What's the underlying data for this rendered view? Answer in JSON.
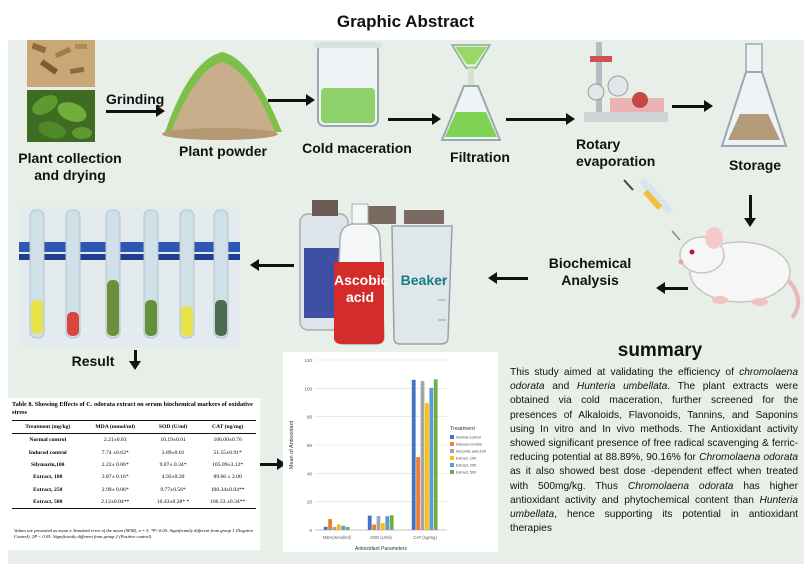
{
  "title": "Graphic Abstract",
  "steps": {
    "collection": "Plant collection\nand drying",
    "grinding": "Grinding",
    "powder": "Plant powder",
    "maceration": "Cold maceration",
    "filtration": "Filtration",
    "rotary": "Rotary\nevaporation",
    "storage": "Storage",
    "biochemical": "Biochemical\nAnalysis",
    "result": "Result"
  },
  "bottles": {
    "ascorbic": "Ascobic\nacid",
    "beaker": "Beaker"
  },
  "summary": {
    "heading": "summary",
    "p1": "This study aimed at validating the efficiency of ",
    "sp1": "chromolaena odorata",
    "p2": " and ",
    "sp2": "Hunteria umbellata",
    "p3": ". The plant extracts were obtained via cold maceration, further screened for the presences of Alkaloids, Flavonoids, Tannins, and Saponins using In vitro and In vivo methods. The Antioxidant activity showed significant presence of free radical scavenging & ferric-reducing potential at 88.89%, 90.16% for ",
    "sp3": "Chromolaena odorata",
    "p4": " as it also showed best dose -dependent effect when treated with 500mg/kg. Thus ",
    "sp4": "Chromolaena odorata",
    "p5": " has higher antioxidant activity and phytochemical content than ",
    "sp5": "Hunteria umbellata",
    "p6": ", hence supporting its potential in antioxidant therapies"
  },
  "table": {
    "caption": "Table 8. Showing Effects of C. odorata extract on serum biochemical markers of oxidative stress",
    "headers": [
      "Treatment (mg/kg)",
      "MDA (mmol/ml)",
      "SOD (U/ml)",
      "CAT (ng/mg)"
    ],
    "rows": [
      [
        "Normal control",
        "2.21±0.03",
        "10.19±0.01",
        "106.00±0.76"
      ],
      [
        "Induced control",
        "7.74 ±0.63*",
        "3.89±0.01",
        "51.55±0.91*"
      ],
      [
        "Silymarin,100",
        "2.22± 0.06*",
        "9.87± 0.34*",
        "105.09±3.12*"
      ],
      [
        "Extract, 100",
        "3.87± 0.16*",
        "4.92±0.20",
        "89.66 ± 2.00"
      ],
      [
        "Extract, 250",
        "2.99± 0.06*",
        "9.77±0.56*",
        "100.34±0.04**"
      ],
      [
        "Extract, 500",
        "2.12±0.04**",
        "10.43±0.28* *",
        "106.33 ±0.34**"
      ]
    ],
    "note": "Values are presented as mean ± Standard error of the mean (SEM), n = 5. *P<0.05: Significantly different from group 1 (Negative Control). ‡P < 0.05: Significantly different from group 2 (Positive control)."
  },
  "colors": {
    "panel": "#e8efe9",
    "series": [
      "#4472c4",
      "#ed7d31",
      "#a5a5a5",
      "#ffc000",
      "#5b9bd5",
      "#70ad47"
    ]
  },
  "chart_data": {
    "type": "bar",
    "categories": [
      "MDA(mmol/ml)",
      "SOD (U/ml)",
      "CAT (ng/mg)"
    ],
    "xlabel": "Antioxidant Parameters",
    "ylabel": "Mean of Antioxidant",
    "ylim": [
      0,
      120
    ],
    "yticks": [
      0,
      20,
      40,
      60,
      80,
      100,
      120
    ],
    "grid": true,
    "legend_title": "Treatment",
    "legend_position": "right",
    "series": [
      {
        "name": "Normal control",
        "values": [
          2.21,
          10.19,
          106.0
        ]
      },
      {
        "name": "Induced control",
        "values": [
          7.74,
          3.89,
          51.55
        ]
      },
      {
        "name": "Ascorbic acid,100",
        "values": [
          2.22,
          9.87,
          105.09
        ]
      },
      {
        "name": "Extract, 100",
        "values": [
          3.87,
          4.92,
          89.66
        ]
      },
      {
        "name": "Extract, 250",
        "values": [
          2.99,
          9.77,
          100.34
        ]
      },
      {
        "name": "Extract, 500",
        "values": [
          2.12,
          10.43,
          106.33
        ]
      }
    ]
  }
}
